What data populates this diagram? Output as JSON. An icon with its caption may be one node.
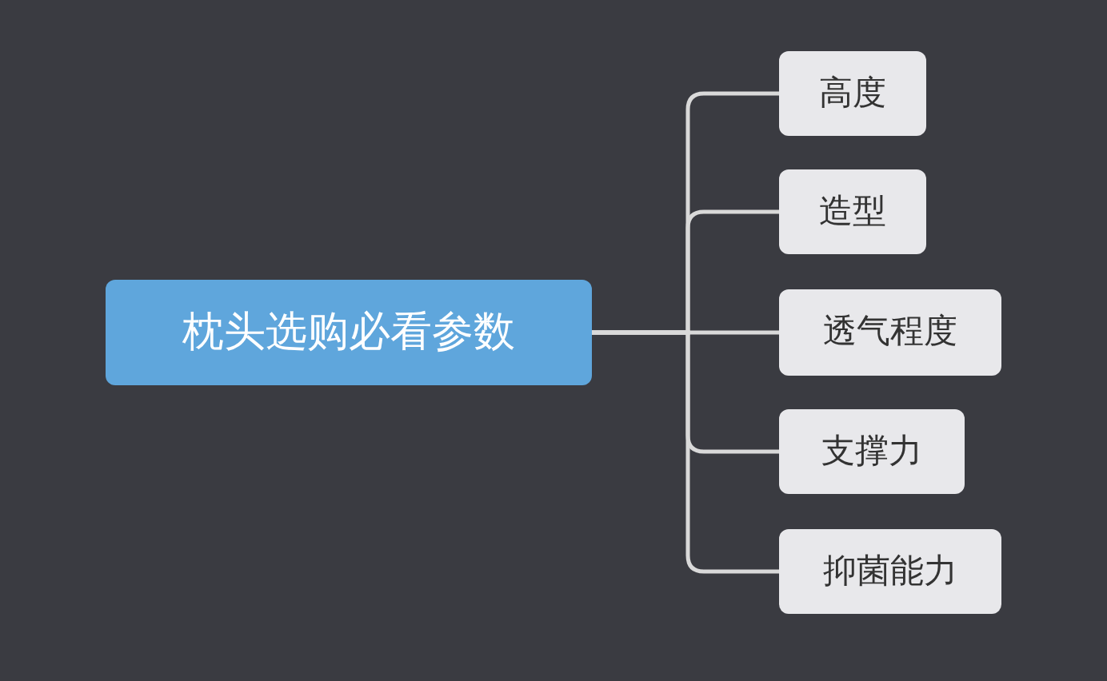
{
  "diagram": {
    "nodes": [
      {
        "text": [
          "枕头选购必看参数"
        ]
      },
      {
        "text": [
          "高度"
        ]
      },
      {
        "text": [
          "造型"
        ]
      },
      {
        "text": [
          "透气程度"
        ]
      },
      {
        "text": [
          "支撑力"
        ]
      },
      {
        "text": [
          "抑菌能力"
        ]
      }
    ],
    "edges": [
      {
        "from": 0,
        "to": 1,
        "arrow": "none"
      },
      {
        "from": 0,
        "to": 2,
        "arrow": "none"
      },
      {
        "from": 0,
        "to": 3,
        "arrow": "none"
      },
      {
        "from": 0,
        "to": 4,
        "arrow": "none"
      },
      {
        "from": 0,
        "to": 5,
        "arrow": "none"
      }
    ]
  }
}
